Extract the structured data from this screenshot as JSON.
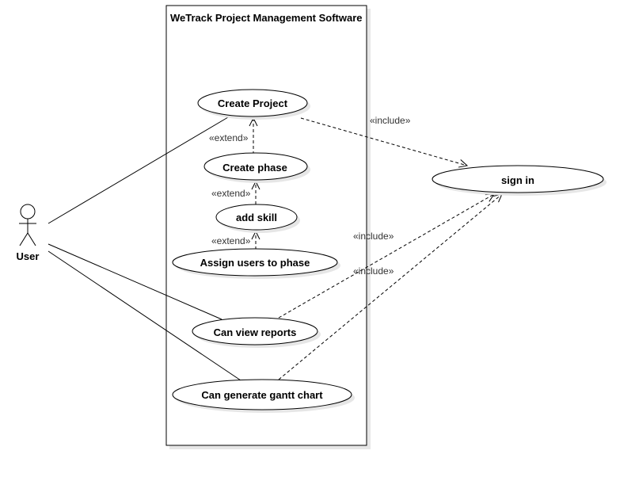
{
  "system": {
    "title": "WeTrack Project Management Software"
  },
  "actor": {
    "name": "User",
    "icon": "stick-figure-icon"
  },
  "use_cases": {
    "create_project": "Create Project",
    "create_phase": "Create phase",
    "add_skill": "add skill",
    "assign_users": "Assign users to phase",
    "view_reports": "Can view reports",
    "gantt_chart": "Can generate gantt chart",
    "sign_in": "sign in"
  },
  "relations": {
    "extend_phase_project": "«extend»",
    "extend_skill_phase": "«extend»",
    "extend_assign_skill": "«extend»",
    "include_project_signin": "«include»",
    "include_reports_signin": "«include»",
    "include_gantt_signin": "«include»"
  },
  "colors": {
    "line": "#000000",
    "shadow": "#e6e6e6",
    "background": "#ffffff"
  }
}
